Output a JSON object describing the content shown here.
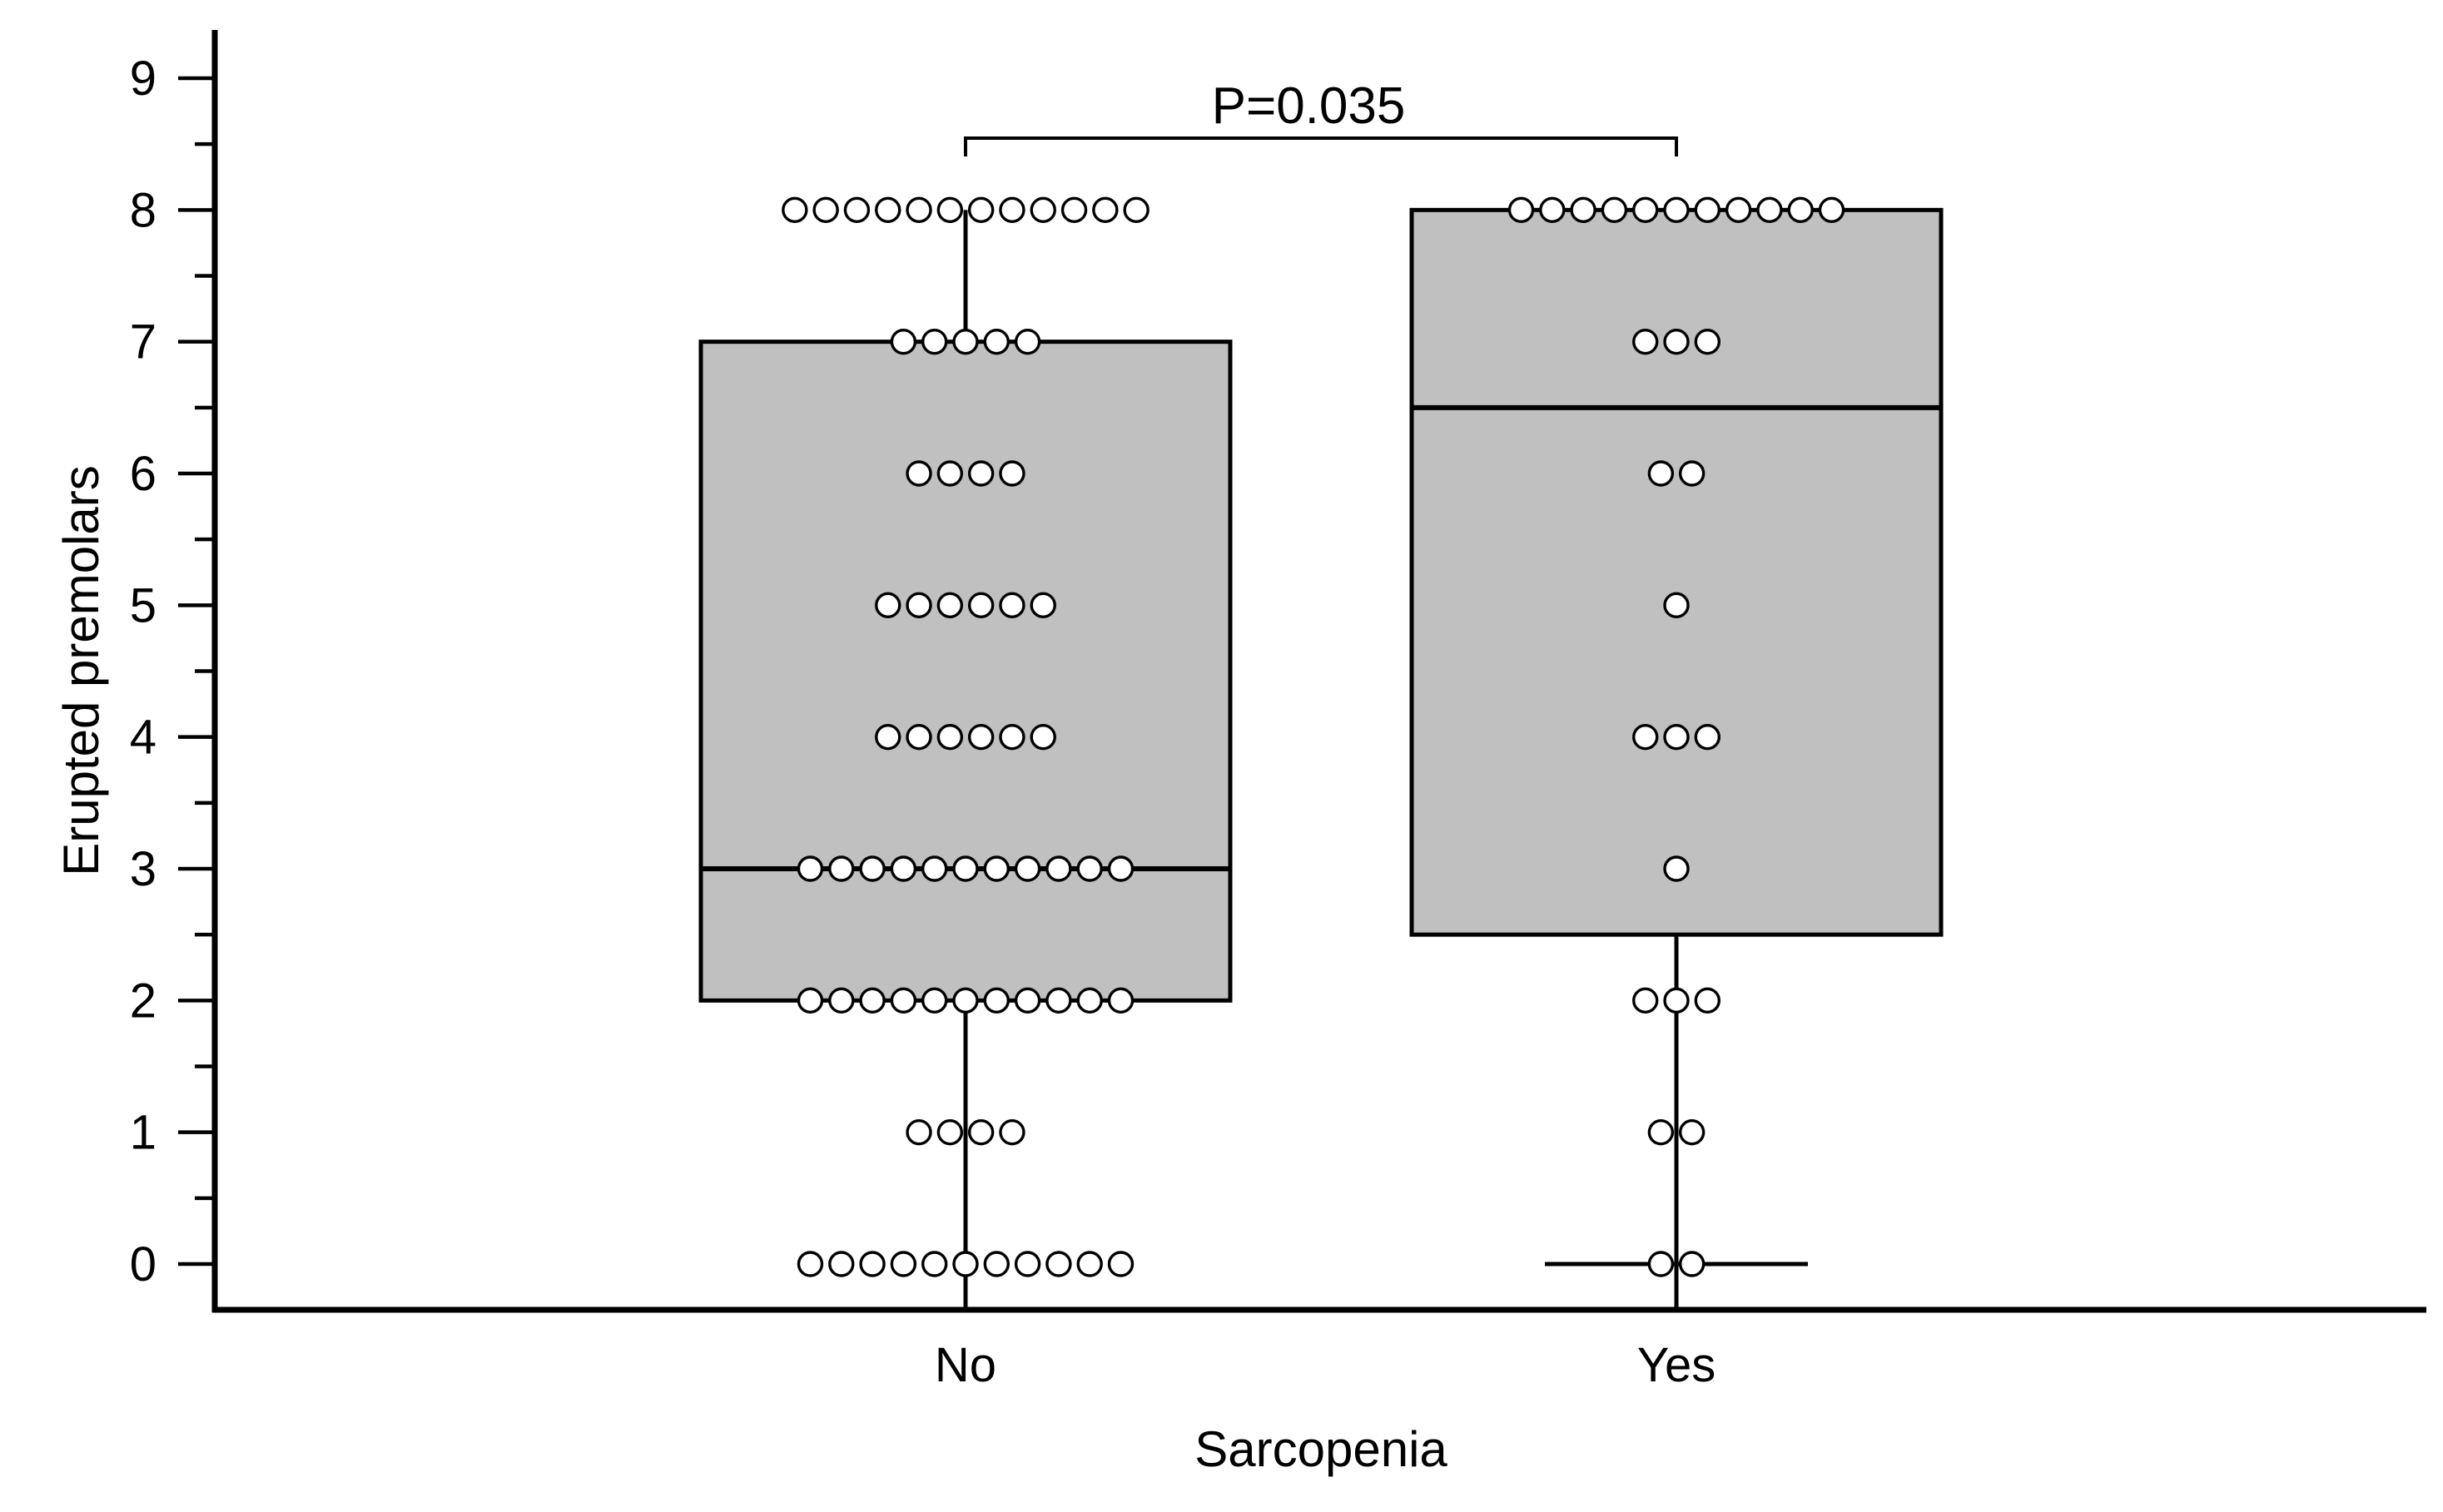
{
  "chart_data": {
    "type": "box",
    "xlabel": "Sarcopenia",
    "ylabel": "Erupted premolars",
    "ylim": [
      -0.35,
      9.35
    ],
    "yticks": [
      0,
      1,
      2,
      3,
      4,
      5,
      6,
      7,
      8,
      9
    ],
    "categories": [
      "No",
      "Yes"
    ],
    "box_fill": "#c0c0c0",
    "groups": [
      {
        "category": "No",
        "box": {
          "min": 0,
          "q1": 2,
          "median": 3,
          "q3": 7,
          "max": 8
        },
        "points": [
          {
            "y": 8,
            "count": 12
          },
          {
            "y": 7,
            "count": 5
          },
          {
            "y": 6,
            "count": 4
          },
          {
            "y": 5,
            "count": 6
          },
          {
            "y": 4,
            "count": 6
          },
          {
            "y": 3,
            "count": 11
          },
          {
            "y": 2,
            "count": 11
          },
          {
            "y": 1,
            "count": 4
          },
          {
            "y": 0,
            "count": 11
          }
        ]
      },
      {
        "category": "Yes",
        "box": {
          "min": 0,
          "q1": 2.5,
          "median": 6.5,
          "q3": 8,
          "max": 8
        },
        "points": [
          {
            "y": 8,
            "count": 11
          },
          {
            "y": 7,
            "count": 3
          },
          {
            "y": 6,
            "count": 2
          },
          {
            "y": 5,
            "count": 1
          },
          {
            "y": 4,
            "count": 3
          },
          {
            "y": 3,
            "count": 1
          },
          {
            "y": 2,
            "count": 3
          },
          {
            "y": 1,
            "count": 2
          },
          {
            "y": 0,
            "count": 2
          }
        ]
      }
    ],
    "annotation": {
      "text": "P=0.035",
      "between": [
        "No",
        "Yes"
      ]
    }
  }
}
